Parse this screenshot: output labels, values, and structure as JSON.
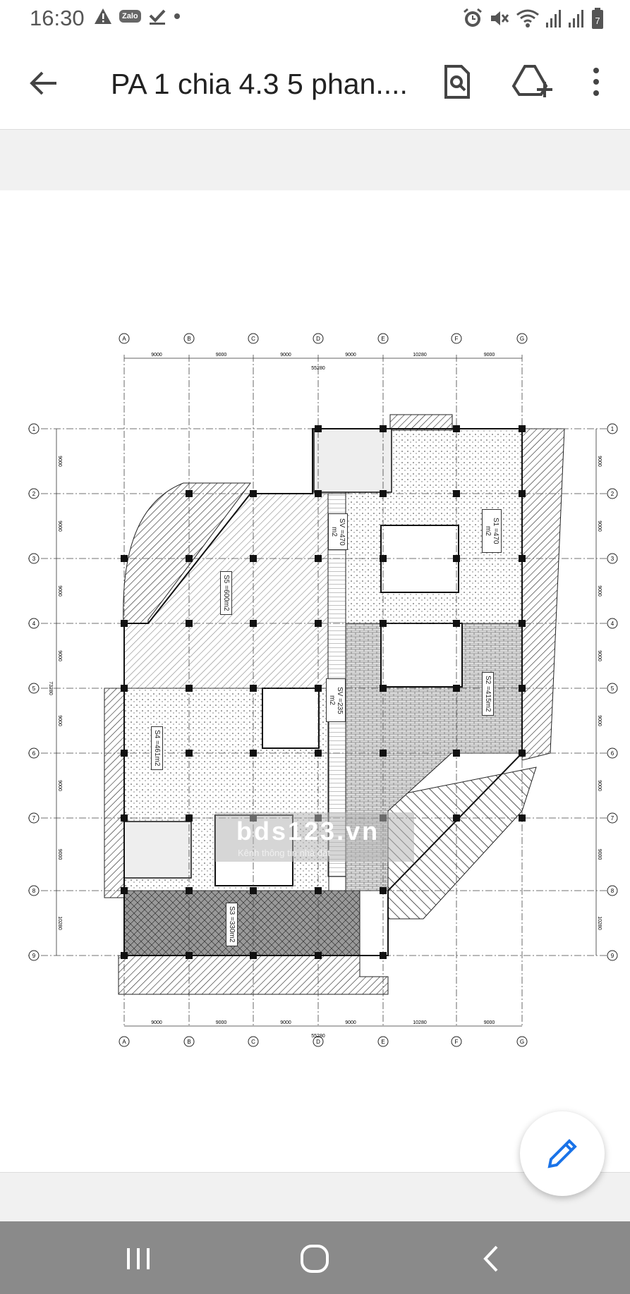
{
  "status_bar": {
    "time": "16:30",
    "left_icons": [
      "warning-icon",
      "zalo-icon",
      "download-done-icon",
      "dot-icon"
    ],
    "zalo_label": "Zalo",
    "right_icons": [
      "alarm-icon",
      "mute-icon",
      "wifi-icon",
      "signal-icon",
      "signal-icon",
      "battery-icon"
    ],
    "battery_level": "7"
  },
  "app_bar": {
    "back_icon": "arrow-back-icon",
    "title": "PA 1 chia 4.3 5 phan....",
    "actions": [
      "find-in-page-icon",
      "add-to-drive-icon",
      "more-vert-icon"
    ]
  },
  "drawing": {
    "grid_letters": [
      "A",
      "B",
      "C",
      "D",
      "E",
      "F",
      "G"
    ],
    "grid_numbers": [
      "1",
      "2",
      "3",
      "4",
      "5",
      "6",
      "7",
      "8",
      "9"
    ],
    "top_dims": [
      "9000",
      "9000",
      "9000",
      "9000",
      "10280",
      "9000"
    ],
    "total_width": "55280",
    "side_dims": [
      "9000",
      "9000",
      "9000",
      "9000",
      "9000",
      "9000",
      "9000",
      "10280",
      "9000"
    ],
    "total_height": "73280",
    "areas": {
      "s1": "S1 =470 m2",
      "s2": "S2 =415m2",
      "s3": "S3 =330m2",
      "s4": "S4 =461m2",
      "s5": "S5 =600m2",
      "sv_top": "SV =470 m2",
      "sv_mid": "SV =235 m2"
    },
    "watermark_main": "bds123.vn",
    "watermark_sub": "Kênh thông tin nhà đất"
  },
  "fab": {
    "icon": "edit-pencil-icon"
  },
  "nav_bar": {
    "buttons": [
      "recents-icon",
      "home-icon",
      "back-nav-icon"
    ]
  },
  "colors": {
    "nav_bg": "#8a8a8a",
    "fab_icon": "#1a73e8",
    "band": "#f1f1f1"
  }
}
